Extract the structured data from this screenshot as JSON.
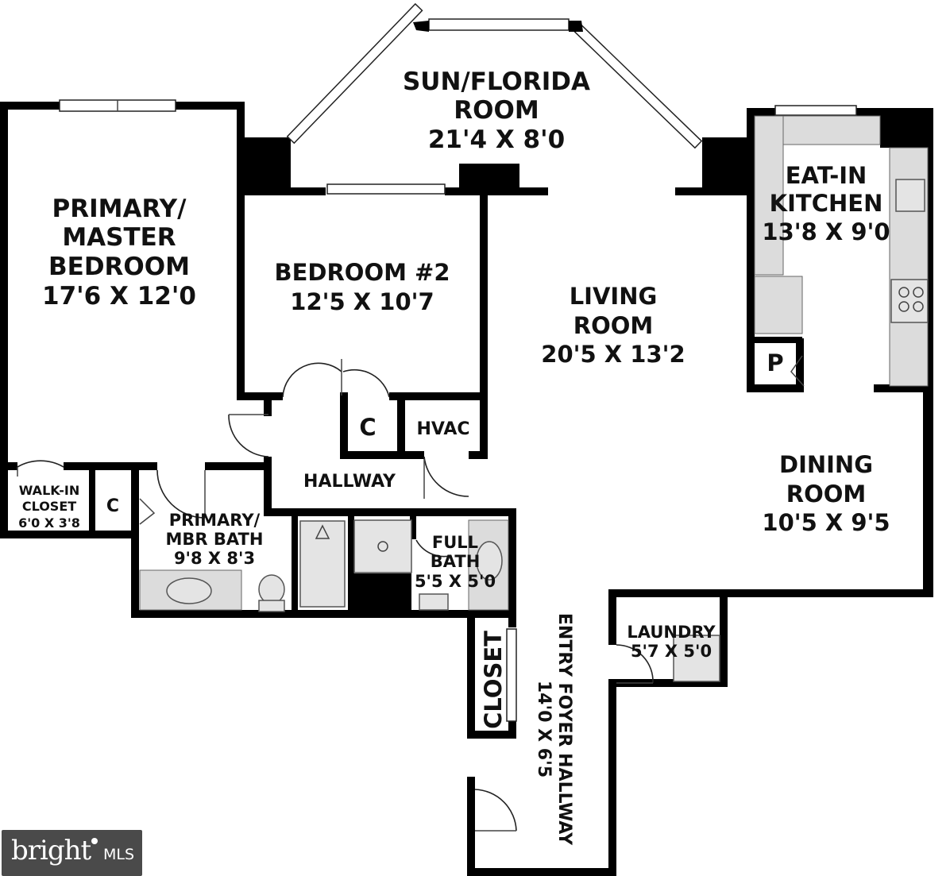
{
  "rooms": {
    "sun": {
      "name1": "SUN/FLORIDA",
      "name2": "ROOM",
      "dims": "21'4 X 8'0"
    },
    "primary": {
      "name1": "PRIMARY/",
      "name2": "MASTER",
      "name3": "BEDROOM",
      "dims": "17'6 X 12'0"
    },
    "bed2": {
      "name1": "BEDROOM #2",
      "dims": "12'5 X 10'7"
    },
    "living": {
      "name1": "LIVING",
      "name2": "ROOM",
      "dims": "20'5 X 13'2"
    },
    "kitchen": {
      "name1": "EAT-IN",
      "name2": "KITCHEN",
      "dims": "13'8 X 9'0"
    },
    "pantry": {
      "name1": "P"
    },
    "dining": {
      "name1": "DINING",
      "name2": "ROOM",
      "dims": "10'5 X 9'5"
    },
    "closet_c1": {
      "name1": "C"
    },
    "hvac": {
      "name1": "HVAC"
    },
    "hallway": {
      "name1": "HALLWAY"
    },
    "walkin": {
      "name1": "WALK-IN",
      "name2": "CLOSET",
      "dims": "6'0 X 3'8"
    },
    "closet_c2": {
      "name1": "C"
    },
    "mbr_bath": {
      "name1": "PRIMARY/",
      "name2": "MBR BATH",
      "dims": "9'8 X 8'3"
    },
    "full_bath": {
      "name1": "FULL",
      "name2": "BATH",
      "dims": "5'5 X 5'0"
    },
    "laundry": {
      "name1": "LAUNDRY",
      "dims": "5'7 X 5'0"
    },
    "closet_entry": {
      "name1": "CLOSET"
    },
    "foyer": {
      "name1": "ENTRY FOYER HALLWAY",
      "dims": "14'0 X 6'5"
    }
  },
  "watermark": {
    "brand": "bright",
    "suffix": "MLS"
  }
}
